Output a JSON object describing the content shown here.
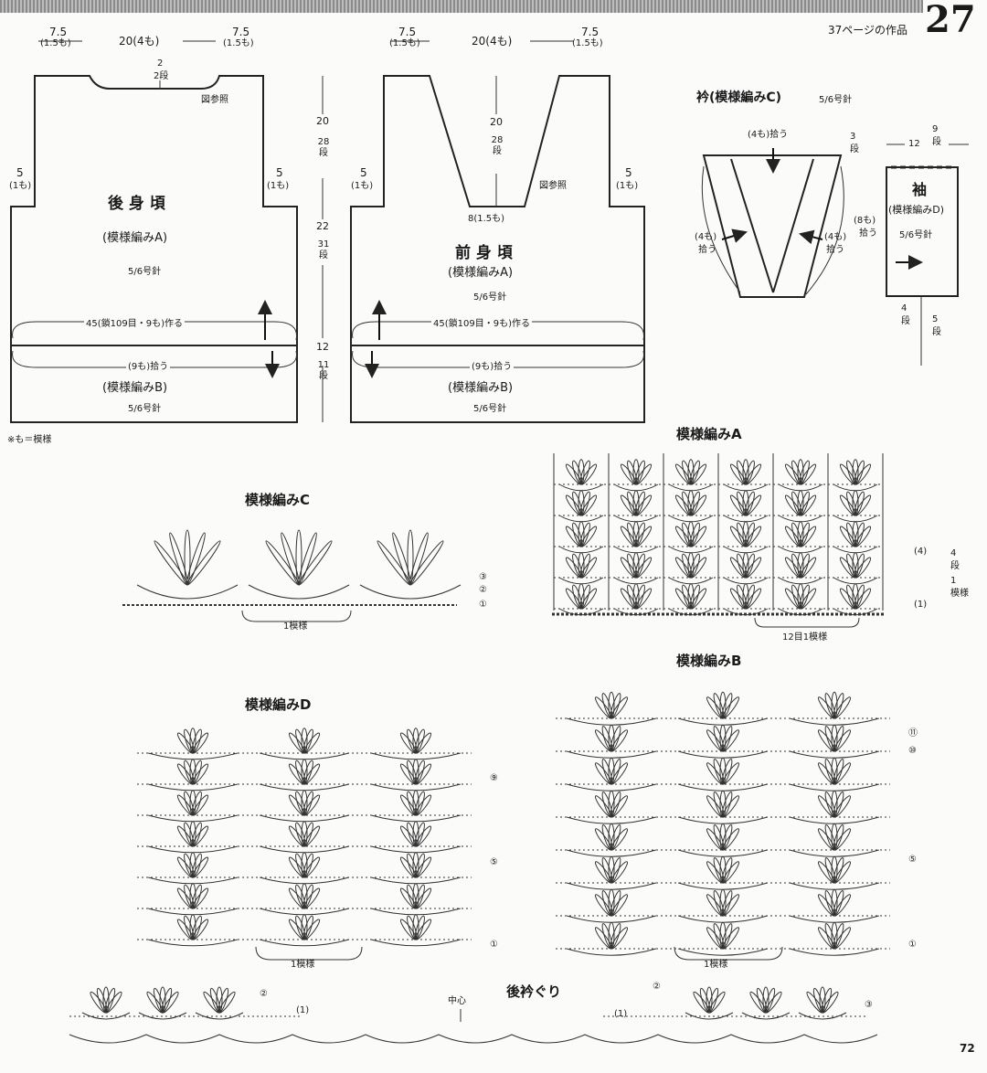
{
  "header": {
    "ref": "37ページの作品",
    "pattern_no": "27"
  },
  "footer": {
    "page": "72"
  },
  "note": "※も＝模様",
  "back": {
    "title": "後 身 頃",
    "pattern": "(模様編みA)",
    "needle": "5/6号針",
    "width_l": "7.5",
    "width_l2": "(1.5も)",
    "width_c": "20(4も)",
    "width_r": "7.5",
    "width_r2": "(1.5も)",
    "neck_depth": "2",
    "neck_depth2": "2段",
    "ref_figure": "図参照",
    "side_l": "5",
    "side_l2": "(1も)",
    "side_r": "5",
    "side_r2": "(1も)",
    "chain": "45(鎖109目・9も)作る",
    "pickup": "(9も)拾う",
    "hem_pattern": "(模様編みB)",
    "hem_needle": "5/6号針"
  },
  "front": {
    "title": "前 身 頃",
    "pattern": "(模様編みA)",
    "needle": "5/6号針",
    "width_l": "7.5",
    "width_l2": "(1.5も)",
    "width_c": "20(4も)",
    "width_r": "7.5",
    "width_r2": "(1.5も)",
    "neck_depth": "20",
    "neck_depth2": "28段",
    "ref_figure": "図参照",
    "neck_bottom": "8(1.5も)",
    "side_l": "5",
    "side_l2": "(1も)",
    "side_r": "5",
    "side_r2": "(1も)",
    "chain": "45(鎖109目・9も)作る",
    "pickup": "(9も)拾う",
    "hem_pattern": "(模様編みB)",
    "hem_needle": "5/6号針"
  },
  "dims": {
    "upper": "20",
    "upper2": "28段",
    "mid": "22",
    "mid2": "31段",
    "low": "12",
    "low2": "11段"
  },
  "collar": {
    "title": "衿(模様編みC)",
    "needle": "5/6号針",
    "top": "(4も)拾う",
    "depth": "3",
    "depth2": "段",
    "left": "(4も)",
    "left2": "拾う",
    "right": "(4も)",
    "right2": "拾う"
  },
  "sleeve": {
    "title": "袖",
    "pattern": "(模様編みD)",
    "needle": "5/6号針",
    "width": "12",
    "rows": "9",
    "rows2": "段",
    "pickup": "(8も)",
    "pickup2": "拾う",
    "bottom_l": "4",
    "bottom_l2": "段",
    "bottom_r": "5",
    "bottom_r2": "段"
  },
  "chartA": {
    "title": "模様編みA",
    "repeat": "12目1模様",
    "rows": [
      "(4)",
      "(1)"
    ],
    "side": "4",
    "side2": "段",
    "side3": "1",
    "side4": "模様"
  },
  "chartB": {
    "title": "模様編みB",
    "repeat": "1模様",
    "rows": [
      "⑪",
      "⑩",
      "⑤",
      "①"
    ]
  },
  "chartC": {
    "title": "模様編みC",
    "repeat": "1模様",
    "rows": [
      "③",
      "②",
      "①"
    ]
  },
  "chartD": {
    "title": "模様編みD",
    "repeat": "1模様",
    "rows": [
      "⑨",
      "⑤",
      "①"
    ]
  },
  "neckline": {
    "title": "後衿ぐり",
    "center": "中心",
    "marks": [
      "②",
      "(1)",
      "②",
      "(1)",
      "③"
    ]
  }
}
